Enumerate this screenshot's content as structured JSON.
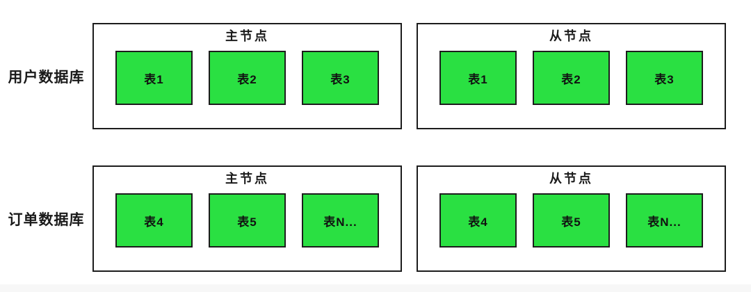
{
  "diagram": {
    "rows": [
      {
        "label": "用户数据库",
        "nodes": [
          {
            "title": "主节点",
            "tables": [
              "表1",
              "表2",
              "表3"
            ]
          },
          {
            "title": "从节点",
            "tables": [
              "表1",
              "表2",
              "表3"
            ]
          }
        ]
      },
      {
        "label": "订单数据库",
        "nodes": [
          {
            "title": "主节点",
            "tables": [
              "表4",
              "表5",
              "表N..."
            ]
          },
          {
            "title": "从节点",
            "tables": [
              "表4",
              "表5",
              "表N..."
            ]
          }
        ]
      }
    ],
    "colors": {
      "table_fill": "#2ae042",
      "border": "#1c1c1c",
      "background": "#ffffff",
      "bottom_band": "#f7f7f7"
    }
  }
}
